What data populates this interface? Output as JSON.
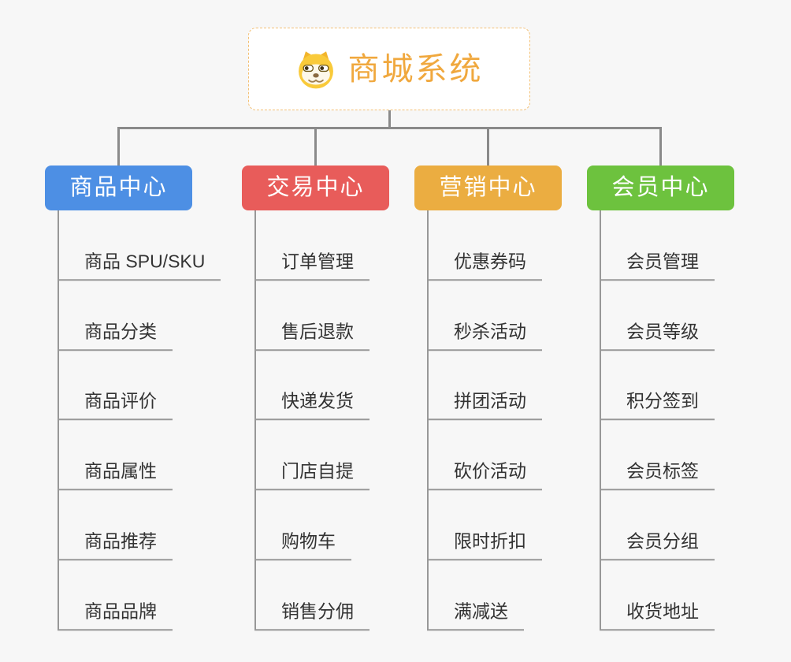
{
  "page": {
    "background_color": "#f7f7f7",
    "connector_color": "#8a8a8a",
    "leaf_line_color": "#989898",
    "leaf_text_color": "#333333"
  },
  "root": {
    "title": "商城系统",
    "icon": "doge-icon",
    "text_color": "#f0a83e",
    "border_color": "#f3c075",
    "background": "#ffffff"
  },
  "branches": [
    {
      "label": "商品中心",
      "color": "#4d8fe4",
      "children": [
        "商品 SPU/SKU",
        "商品分类",
        "商品评价",
        "商品属性",
        "商品推荐",
        "商品品牌"
      ]
    },
    {
      "label": "交易中心",
      "color": "#e85c5a",
      "children": [
        "订单管理",
        "售后退款",
        "快递发货",
        "门店自提",
        "购物车",
        "销售分佣"
      ]
    },
    {
      "label": "营销中心",
      "color": "#ebad41",
      "children": [
        "优惠券码",
        "秒杀活动",
        "拼团活动",
        "砍价活动",
        "限时折扣",
        "满减送"
      ]
    },
    {
      "label": "会员中心",
      "color": "#6dc23e",
      "children": [
        "会员管理",
        "会员等级",
        "积分签到",
        "会员标签",
        "会员分组",
        "收货地址"
      ]
    }
  ]
}
